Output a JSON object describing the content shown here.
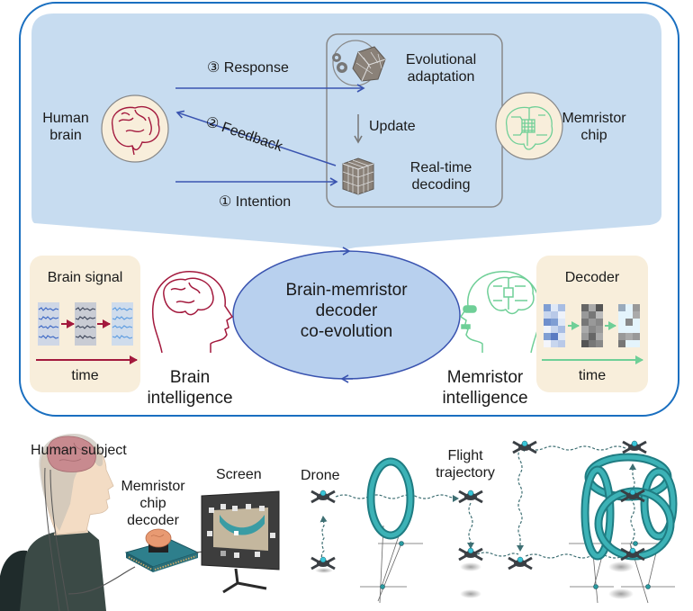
{
  "colors": {
    "frame_blue": "#1a6fc0",
    "panel_blue": "#c7dcf0",
    "arrow_blue": "#3a54b0",
    "ellipse_fill": "#b8d0ee",
    "beige": "#f8eedb",
    "brain_red": "#a3193d",
    "memristor_green": "#6fcf97",
    "drone_teal": "#2a9ba0",
    "gray": "#777777"
  },
  "top_panel": {
    "human_brain_label_line1": "Human",
    "human_brain_label_line2": "brain",
    "memristor_chip_label_line1": "Memristor",
    "memristor_chip_label_line2": "chip",
    "response_label": "③ Response",
    "feedback_label": "② Feedback",
    "intention_label": "① Intention",
    "evolutional_line1": "Evolutional",
    "evolutional_line2": "adaptation",
    "update_label": "Update",
    "realtime_line1": "Real-time",
    "realtime_line2": "decoding"
  },
  "middle_panel": {
    "brain_signal_title": "Brain signal",
    "brain_signal_time": "time",
    "brain_intelligence_line1": "Brain",
    "brain_intelligence_line2": "intelligence",
    "coevolution_line1": "Brain-memristor",
    "coevolution_line2": "decoder",
    "coevolution_line3": "co-evolution",
    "memristor_intelligence_line1": "Memristor",
    "memristor_intelligence_line2": "intelligence",
    "decoder_title": "Decoder",
    "decoder_time": "time"
  },
  "bottom_panel": {
    "human_subject_label": "Human subject",
    "memristor_decoder_line1": "Memristor",
    "memristor_decoder_line2": "chip",
    "memristor_decoder_line3": "decoder",
    "screen_label": "Screen",
    "drone_label": "Drone",
    "flight_line1": "Flight",
    "flight_line2": "trajectory"
  }
}
